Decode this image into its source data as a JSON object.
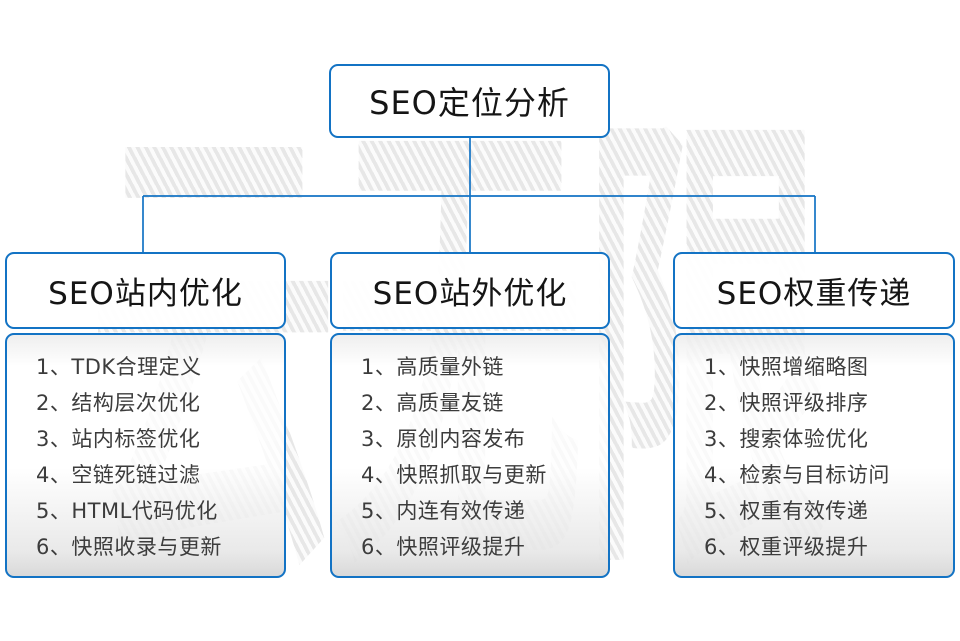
{
  "diagram": {
    "root": {
      "label": "SEO定位分析"
    },
    "columns": [
      {
        "header": "SEO站内优化",
        "items": [
          "1、TDK合理定义",
          "2、结构层次优化",
          "3、站内标签优化",
          "4、空链死链过滤",
          "5、HTML代码优化",
          "6、快照收录与更新"
        ]
      },
      {
        "header": "SEO站外优化",
        "items": [
          "1、高质量外链",
          "2、高质量友链",
          "3、原创内容发布",
          "4、快照抓取与更新",
          "5、内连有效传递",
          "6、快照评级提升"
        ]
      },
      {
        "header": "SEO权重传递",
        "items": [
          "1、快照增缩略图",
          "2、快照评级排序",
          "3、搜索体验优化",
          "4、检索与目标访问",
          "5、权重有效传递",
          "6、权重评级提升"
        ]
      }
    ]
  },
  "watermark": {
    "text": "云无限"
  },
  "colors": {
    "accent_blue": "#1373c4",
    "heading_text": "#151515",
    "item_text": "#3c3c3c"
  }
}
